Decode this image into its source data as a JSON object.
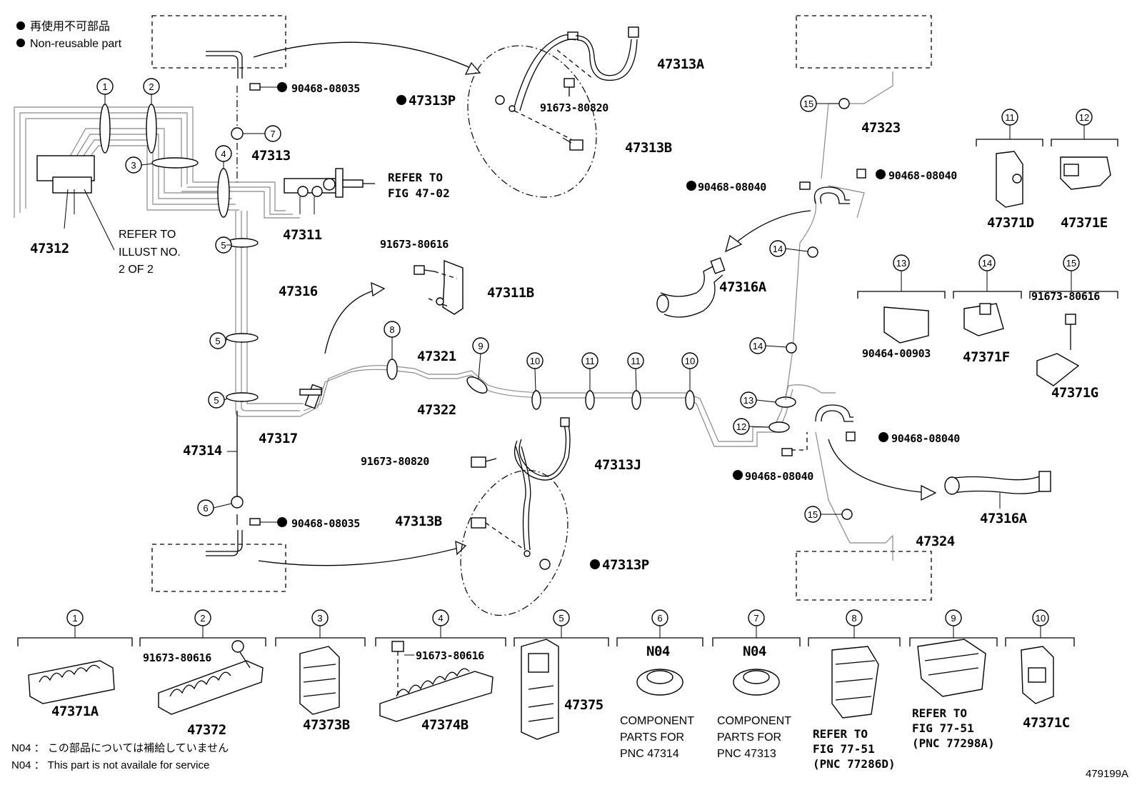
{
  "legend": {
    "jp": "再使用不可部品",
    "en": "Non-reusable part"
  },
  "footnotes": {
    "jp": "N04 ： この部品については補給していません",
    "en": "N04 ： This part is not availale for service"
  },
  "figure_id": "479199A",
  "refs": {
    "r1": "REFER TO",
    "r2": "FIG 47-02",
    "r3": "REFER TO",
    "r4": "ILLUST NO.",
    "r5": "2 OF 2"
  },
  "callout_numbers": [
    "1",
    "2",
    "3",
    "4",
    "5",
    "6",
    "7",
    "8",
    "9",
    "10",
    "11",
    "12",
    "13",
    "14",
    "15"
  ],
  "main_labels": {
    "p47312": "47312",
    "p47313": "47313",
    "p47311": "47311",
    "p47316": "47316",
    "p47314": "47314",
    "p47317": "47317",
    "p47321": "47321",
    "p47322": "47322",
    "p47311B": "47311B",
    "p91673_80616_a": "91673-80616",
    "p47313A": "47313A",
    "p47313P_a": "47313P",
    "p91673_80820_a": "91673-80820",
    "p47313B_a": "47313B",
    "p90468_08035_a": "90468-08035",
    "p90468_08035_b": "90468-08035",
    "p47313J": "47313J",
    "p91673_80820_b": "91673-80820",
    "p47313B_b": "47313B",
    "p47313P_b": "47313P",
    "p47323": "47323",
    "p47324": "47324",
    "p90468_08040_a": "90468-08040",
    "p90468_08040_b": "90468-08040",
    "p90468_08040_c": "90468-08040",
    "p90468_08040_d": "90468-08040",
    "p47316A_a": "47316A",
    "p47316A_b": "47316A"
  },
  "right_parts": {
    "p47371D": "47371D",
    "p47371E": "47371E",
    "p90464_00903": "90464-00903",
    "p47371F": "47371F",
    "p91673_80616": "91673-80616",
    "p47371G": "47371G"
  },
  "bottom_parts": {
    "p47371A": "47371A",
    "p47372": "47372",
    "p91673_80616_2": "91673-80616",
    "p47373B": "47373B",
    "p47374B": "47374B",
    "p91673_80616_4": "91673-80616",
    "p47375": "47375",
    "n04_6": "N04",
    "n04_7": "N04",
    "comp6_1": "COMPONENT",
    "comp6_2": "PARTS FOR",
    "comp6_3": "PNC 47314",
    "comp7_1": "COMPONENT",
    "comp7_2": "PARTS FOR",
    "comp7_3": "PNC 47313",
    "ref8_1": "REFER TO",
    "ref8_2": "FIG 77-51",
    "ref8_3": "(PNC 77286D)",
    "ref9_1": "REFER TO",
    "ref9_2": "FIG 77-51",
    "ref9_3": "(PNC 77298A)",
    "p47371C": "47371C"
  }
}
